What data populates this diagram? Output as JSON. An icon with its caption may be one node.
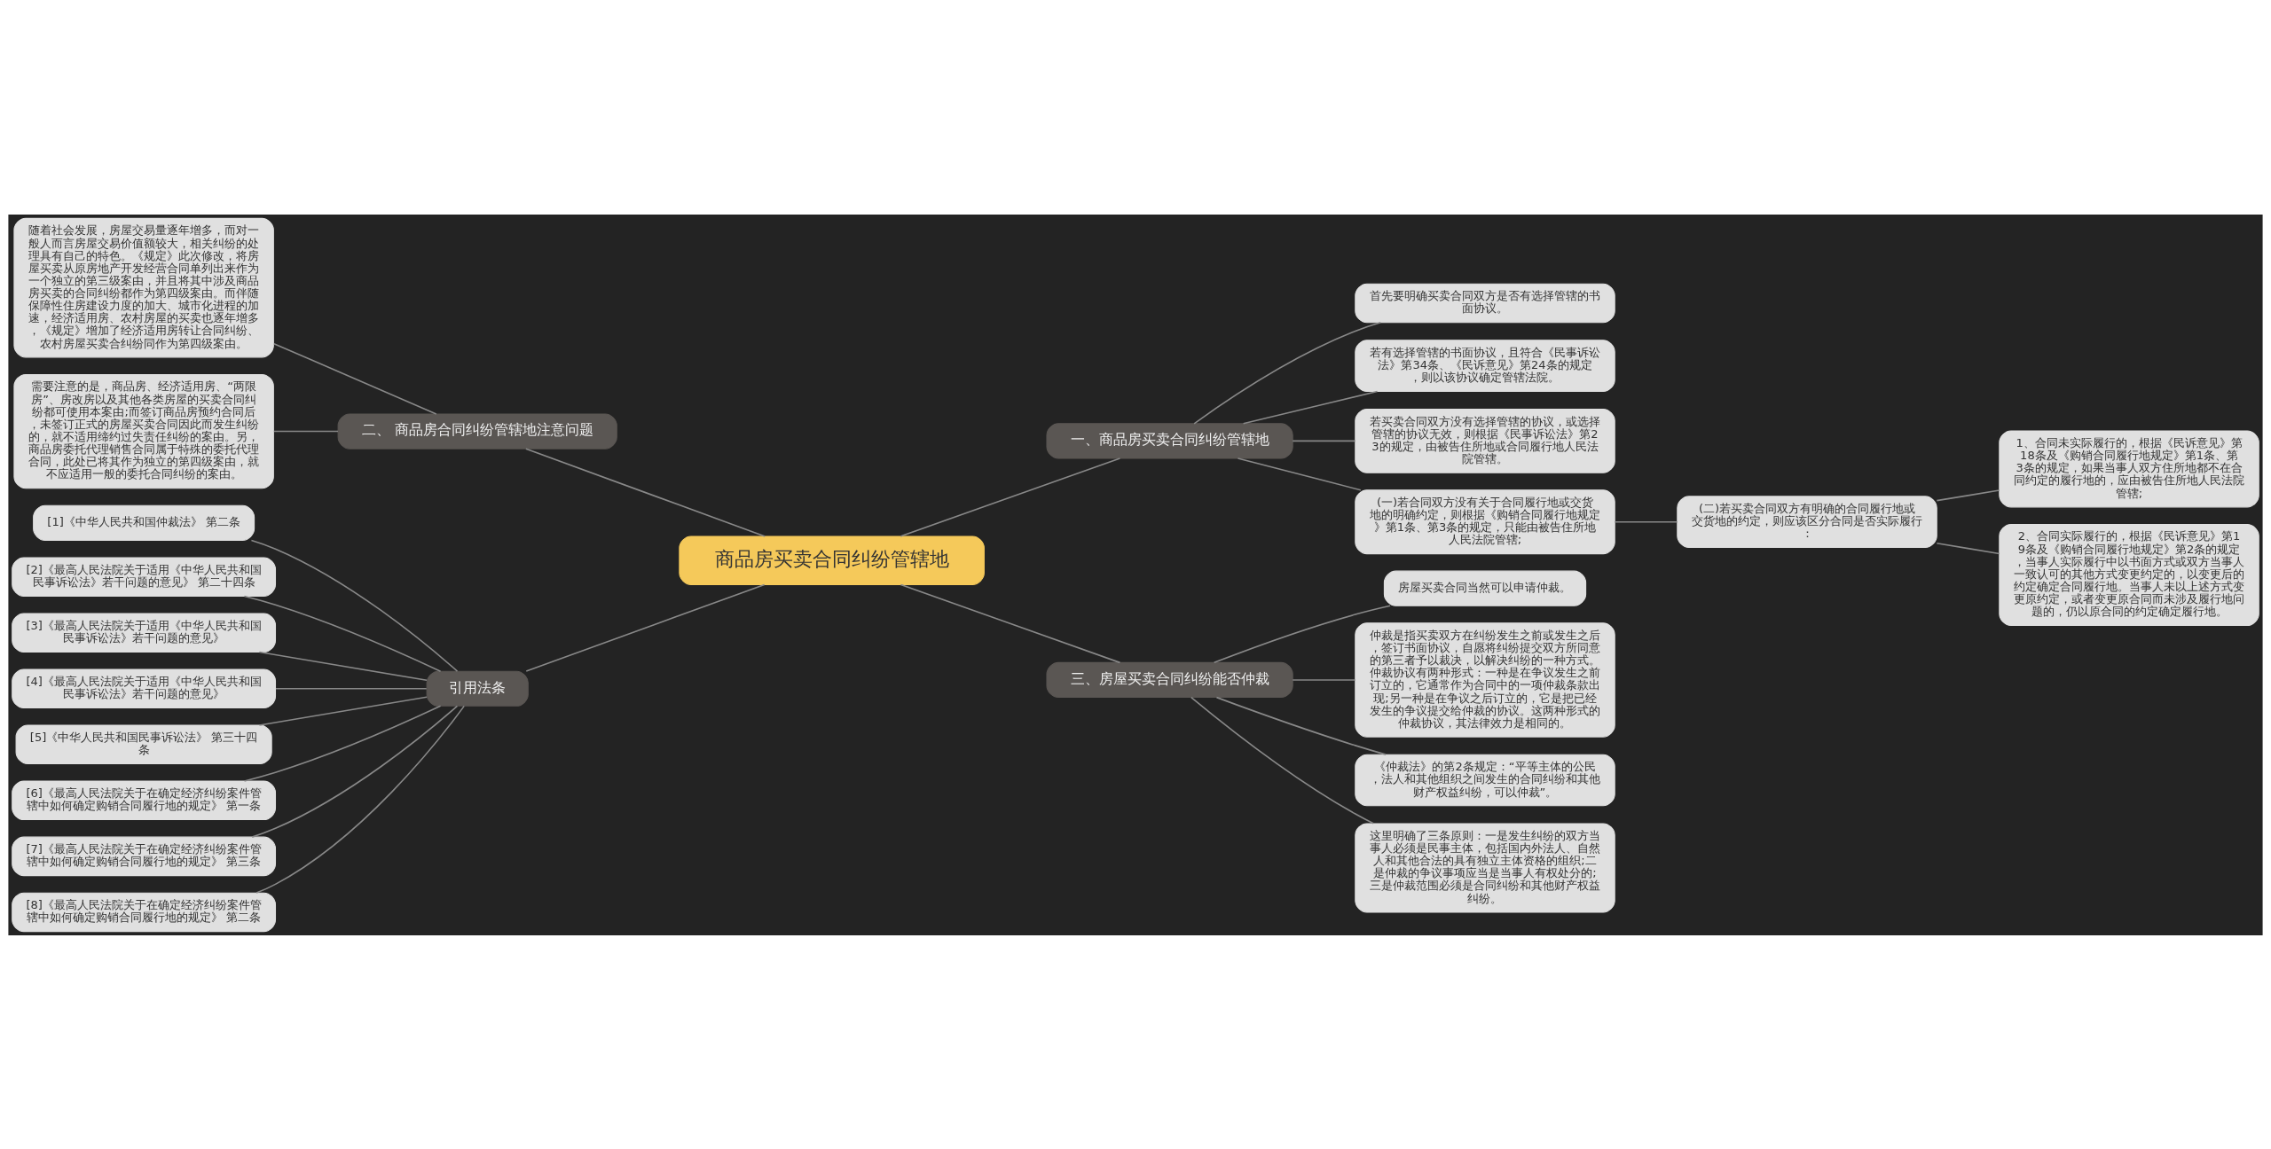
{
  "diagram": {
    "nodes": [
      {
        "text": [
          "商品房买卖合同纠纷管辖地"
        ]
      },
      {
        "text": [
          "一、商品房买卖合同纠纷管辖地"
        ]
      },
      {
        "text": [
          "首先要明确买卖合同双方是否有选择管辖的书面协议。"
        ]
      },
      {
        "text": [
          "若有选择管辖的书面协议，且符合《民事诉讼法》第34条、《民诉意见》第24条的规定，则以该协议确定管辖法院。"
        ]
      },
      {
        "text": [
          "若买卖合同双方没有选择管辖的协议，或选择管辖的协议无效，则根据《民事诉讼法》第23的规定，由被告住所地或合同履行地人民法院管辖。"
        ]
      },
      {
        "text": [
          "(一)若合同双方没有关于合同履行地或交货地的明确约定，则根据《购销合同履行地规定》第1条、第3条的规定，只能由被告住所地人民法院管辖;"
        ]
      },
      {
        "text": [
          "(二)若买卖合同双方有明确的合同履行地或交货地的约定，则应该区分合同是否实际履行："
        ]
      },
      {
        "text": [
          "1、合同未实际履行的，根据《民诉意见》第18条及《购销合同履行地规定》第1条、第3条的规定，如果当事人双方住所地都不在合同约定的履行地的，应由被告住所地人民法院管辖;"
        ]
      },
      {
        "text": [
          "2、合同实际履行的，根据《民诉意见》第19条及《购销合同履行地规定》第2条的规定，当事人实际履行中以书面方式或双方当事人一致认可的其他方式变更约定的，以变更后的约定确定合同履行地。当事人未以上述方式变更原约定，或者变更原合同而未涉及履行地问题的，仍以原合同的约定确定履行地。"
        ]
      },
      {
        "text": [
          "三、房屋买卖合同纠纷能否仲裁"
        ]
      },
      {
        "text": [
          "房屋买卖合同当然可以申请仲裁。"
        ]
      },
      {
        "text": [
          "仲裁是指买卖双方在纠纷发生之前或发生之后，签订书面协议，自愿将纠纷提交双方所同意的第三者予以裁决，以解决纠纷的一种方式。仲裁协议有两种形式：一种是在争议发生之前订立的，它通常作为合同中的一项仲裁条款出现;另一种是在争议之后订立的，它是把已经发生的争议提交给仲裁的协议。这两种形式的仲裁协议，其法律效力是相同的。"
        ]
      },
      {
        "text": [
          "《仲裁法》的第2条规定：“平等主体的公民，法人和其他组织之间发生的合同纠纷和其他财产权益纠纷，可以仲裁”。"
        ]
      },
      {
        "text": [
          "这里明确了三条原则：一是发生纠纷的双方当事人必须是民事主体，包括国内外法人、自然人和其他合法的具有独立主体资格的组织;二是仲裁的争议事项应当是当事人有权处分的;三是仲裁范围必须是合同纠纷和其他财产权益纠纷。"
        ]
      },
      {
        "text": [
          "二、 商品房合同纠纷管辖地注意问题"
        ]
      },
      {
        "text": [
          "随着社会发展，房屋交易量逐年增多，而对一般人而言房屋交易价值额较大，相关纠纷的处理具有自己的特色。《规定》此次修改，将房屋买卖从原房地产开发经营合同单列出来作为一个独立的第三级案由，并且将其中涉及商品房买卖的合同纠纷都作为第四级案由。而伴随保障性住房建设力度的加大、城市化进程的加速，经济适用房、农村房屋的买卖也逐年增多，《规定》增加了经济适用房转让合同纠纷、农村房屋买卖合纠纷同作为第四级案由。"
        ]
      },
      {
        "text": [
          "需要注意的是，商品房、经济适用房、“两限房”、房改房以及其他各类房屋的买卖合同纠纷都可使用本案由;而签订商品房预约合同后，未签订正式的房屋买卖合同因此而发生纠纷的，就不适用缔约过失责任纠纷的案由。另，商品房委托代理销售合同属于特殊的委托代理合同，此处已将其作为独立的第四级案由，就不应适用一般的委托合同纠纷的案由。"
        ]
      },
      {
        "text": [
          "引用法条"
        ]
      },
      {
        "text": [
          "[1]《中华人民共和国仲裁法》 第二条"
        ]
      },
      {
        "text": [
          "[2]《最高人民法院关于适用《中华人民共和国民事诉讼法》若干问题的意见》 第二十四条"
        ]
      },
      {
        "text": [
          "[3]《最高人民法院关于适用《中华人民共和国民事诉讼法》若干问题的意见》"
        ]
      },
      {
        "text": [
          "[4]《最高人民法院关于适用《中华人民共和国民事诉讼法》若干问题的意见》"
        ]
      },
      {
        "text": [
          "[5]《中华人民共和国民事诉讼法》 第三十四条"
        ]
      },
      {
        "text": [
          "[6]《最高人民法院关于在确定经济纠纷案件管辖中如何确定购销合同履行地的规定》 第一条"
        ]
      },
      {
        "text": [
          "[7]《最高人民法院关于在确定经济纠纷案件管辖中如何确定购销合同履行地的规定》 第三条"
        ]
      },
      {
        "text": [
          "[8]《最高人民法院关于在确定经济纠纷案件管辖中如何确定购销合同履行地的规定》 第二条"
        ]
      }
    ],
    "edges": [
      {
        "from": 0,
        "to": 1,
        "arrow": "none"
      },
      {
        "from": 1,
        "to": 2,
        "arrow": "none"
      },
      {
        "from": 1,
        "to": 3,
        "arrow": "none"
      },
      {
        "from": 1,
        "to": 4,
        "arrow": "none"
      },
      {
        "from": 1,
        "to": 5,
        "arrow": "none"
      },
      {
        "from": 5,
        "to": 6,
        "arrow": "none"
      },
      {
        "from": 6,
        "to": 7,
        "arrow": "none"
      },
      {
        "from": 6,
        "to": 8,
        "arrow": "none"
      },
      {
        "from": 0,
        "to": 9,
        "arrow": "none"
      },
      {
        "from": 9,
        "to": 10,
        "arrow": "none"
      },
      {
        "from": 9,
        "to": 11,
        "arrow": "none"
      },
      {
        "from": 9,
        "to": 12,
        "arrow": "none"
      },
      {
        "from": 9,
        "to": 13,
        "arrow": "none"
      },
      {
        "from": 0,
        "to": 14,
        "arrow": "none"
      },
      {
        "from": 14,
        "to": 15,
        "arrow": "none"
      },
      {
        "from": 14,
        "to": 16,
        "arrow": "none"
      },
      {
        "from": 0,
        "to": 17,
        "arrow": "none"
      },
      {
        "from": 17,
        "to": 18,
        "arrow": "none"
      },
      {
        "from": 17,
        "to": 19,
        "arrow": "none"
      },
      {
        "from": 17,
        "to": 20,
        "arrow": "none"
      },
      {
        "from": 17,
        "to": 21,
        "arrow": "none"
      },
      {
        "from": 17,
        "to": 22,
        "arrow": "none"
      },
      {
        "from": 17,
        "to": 23,
        "arrow": "none"
      },
      {
        "from": 17,
        "to": 24,
        "arrow": "none"
      },
      {
        "from": 17,
        "to": 25,
        "arrow": "none"
      }
    ]
  }
}
